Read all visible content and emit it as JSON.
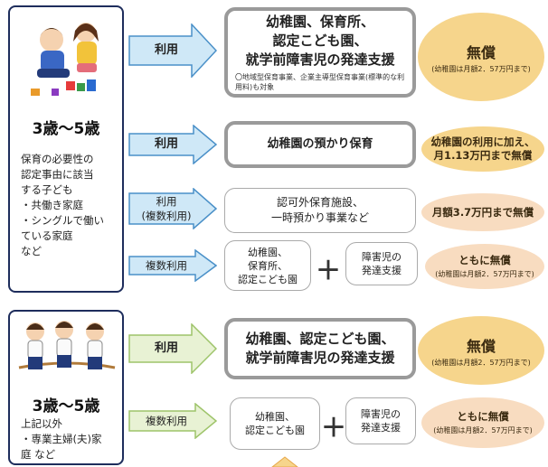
{
  "group1": {
    "age": "3歳～5歳",
    "description": "保育の必要性の\n認定事由に該当\nする子ども\n・共働き家庭\n・シングルで働い\nている家庭\nなど"
  },
  "group2": {
    "age": "3歳～5歳",
    "description": "上記以外\n・専業主婦(夫)家\n庭 など"
  },
  "rows": [
    {
      "arrow": "利用",
      "service": "幼稚園、保育所、\n認定こども園、\n就学前障害児の発達支援",
      "note": "〇地域型保育事業、企業主導型保育事業(標準的な利用料)も対象",
      "result": "無償",
      "result_note": "(幼稚園は月額2．57万円まで)"
    },
    {
      "arrow": "利用",
      "service": "幼稚園の預かり保育",
      "result": "幼稚園の利用に加え、\n月1.13万円まで無償"
    },
    {
      "arrow": "利用\n(複数利用)",
      "service": "認可外保育施設、\n一時預かり事業など",
      "result": "月額3.7万円まで無償"
    },
    {
      "arrow": "複数利用",
      "service_a": "幼稚園、\n保育所、\n認定こども園",
      "plus": "＋",
      "service_b": "障害児の\n発達支援",
      "result": "ともに無償",
      "result_note": "(幼稚園は月額2．57万円まで)"
    },
    {
      "arrow": "利用",
      "service": "幼稚園、認定こども園、\n就学前障害児の発達支援",
      "result": "無償",
      "result_note": "(幼稚園は月額2．57万円まで)"
    },
    {
      "arrow": "複数利用",
      "service_a": "幼稚園、\n認定こども園",
      "plus": "＋",
      "service_b": "障害児の\n発達支援",
      "result": "ともに無償",
      "result_note": "(幼稚園は月額2．57万円まで)"
    }
  ],
  "colors": {
    "arrow_blue": "#cfe8f7",
    "arrow_blue_stroke": "#4a90c8",
    "arrow_green": "#e8f2d4",
    "arrow_green_stroke": "#9ec46a",
    "result_gold": "#f6d58c",
    "result_light": "#f8dcc0",
    "category_border": "#1e2d5c"
  }
}
